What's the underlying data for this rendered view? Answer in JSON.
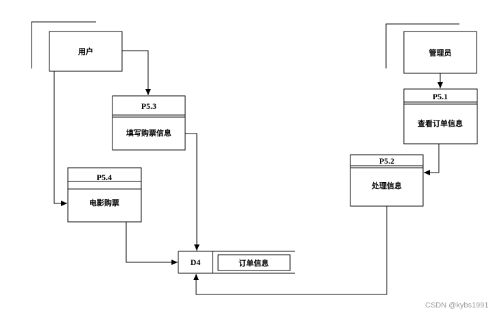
{
  "entities": {
    "user": "用户",
    "admin": "管理员"
  },
  "processes": {
    "p53": {
      "id": "P5.3",
      "name": "填写购票信息"
    },
    "p54": {
      "id": "P5.4",
      "name": "电影购票"
    },
    "p51": {
      "id": "P5.1",
      "name": "查看订单信息"
    },
    "p52": {
      "id": "P5.2",
      "name": "处理信息"
    }
  },
  "datastore": {
    "id": "D4",
    "name": "订单信息"
  },
  "watermark": "CSDN @kybs1991"
}
